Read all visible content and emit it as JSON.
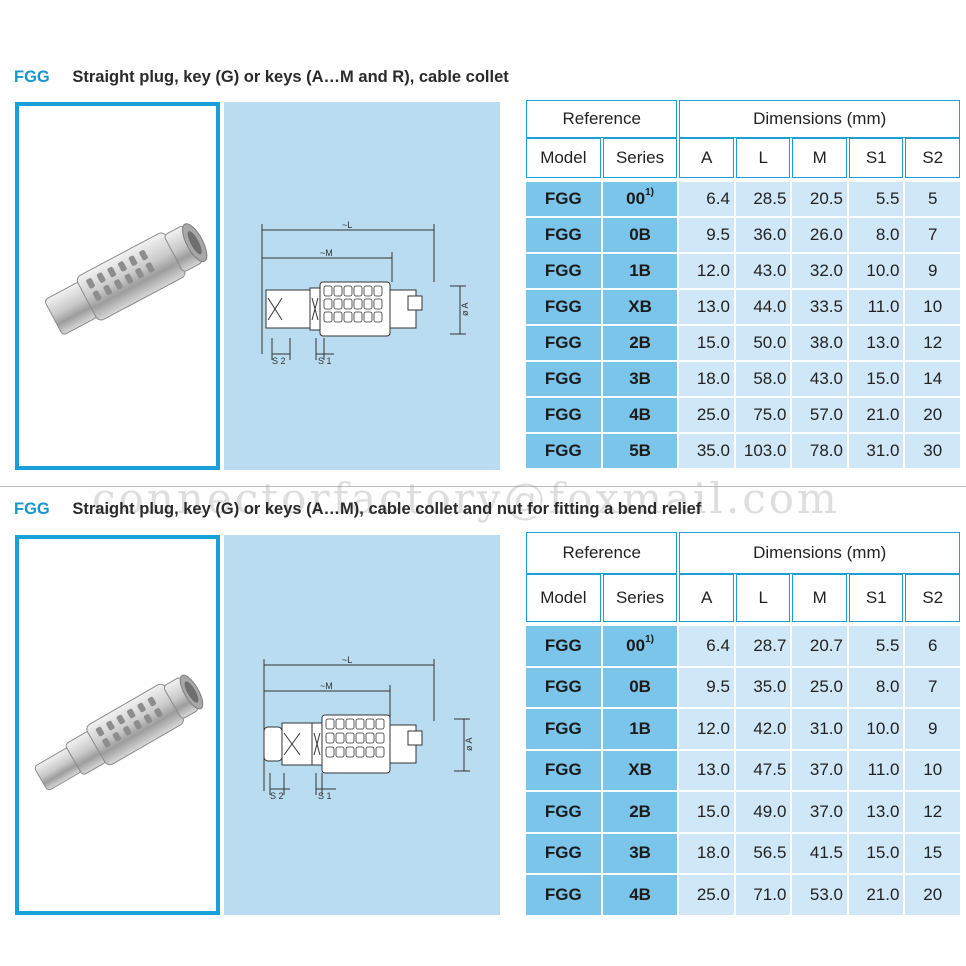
{
  "watermark": "connectorfactory@foxmail.com",
  "colors": {
    "accent": "#1aa0d8",
    "drawing_bg": "#b9dcf0",
    "cell_dark": "#7bc4ea",
    "cell_light": "#cfe7f6"
  },
  "sections": [
    {
      "code": "FGG",
      "title": "Straight plug, key (G) or keys (A…M and R), cable collet",
      "table": {
        "reference_label": "Reference",
        "dimensions_label": "Dimensions (mm)",
        "columns": [
          "Model",
          "Series",
          "A",
          "L",
          "M",
          "S1",
          "S2"
        ],
        "rows": [
          {
            "model": "FGG",
            "series": "00",
            "sup": "1)",
            "A": "6.4",
            "L": "28.5",
            "M": "20.5",
            "S1": "5.5",
            "S2": "5"
          },
          {
            "model": "FGG",
            "series": "0B",
            "sup": "",
            "A": "9.5",
            "L": "36.0",
            "M": "26.0",
            "S1": "8.0",
            "S2": "7"
          },
          {
            "model": "FGG",
            "series": "1B",
            "sup": "",
            "A": "12.0",
            "L": "43.0",
            "M": "32.0",
            "S1": "10.0",
            "S2": "9"
          },
          {
            "model": "FGG",
            "series": "XB",
            "sup": "",
            "A": "13.0",
            "L": "44.0",
            "M": "33.5",
            "S1": "11.0",
            "S2": "10"
          },
          {
            "model": "FGG",
            "series": "2B",
            "sup": "",
            "A": "15.0",
            "L": "50.0",
            "M": "38.0",
            "S1": "13.0",
            "S2": "12"
          },
          {
            "model": "FGG",
            "series": "3B",
            "sup": "",
            "A": "18.0",
            "L": "58.0",
            "M": "43.0",
            "S1": "15.0",
            "S2": "14"
          },
          {
            "model": "FGG",
            "series": "4B",
            "sup": "",
            "A": "25.0",
            "L": "75.0",
            "M": "57.0",
            "S1": "21.0",
            "S2": "20"
          },
          {
            "model": "FGG",
            "series": "5B",
            "sup": "",
            "A": "35.0",
            "L": "103.0",
            "M": "78.0",
            "S1": "31.0",
            "S2": "30"
          }
        ]
      },
      "drawing_labels": {
        "L": "~L",
        "M": "~M",
        "A": "ø A",
        "S1": "S 1",
        "S2": "S 2"
      }
    },
    {
      "code": "FGG",
      "title": "Straight plug, key (G) or keys (A…M), cable collet and nut for fitting a bend relief",
      "table": {
        "reference_label": "Reference",
        "dimensions_label": "Dimensions (mm)",
        "columns": [
          "Model",
          "Series",
          "A",
          "L",
          "M",
          "S1",
          "S2"
        ],
        "rows": [
          {
            "model": "FGG",
            "series": "00",
            "sup": "1)",
            "A": "6.4",
            "L": "28.7",
            "M": "20.7",
            "S1": "5.5",
            "S2": "6"
          },
          {
            "model": "FGG",
            "series": "0B",
            "sup": "",
            "A": "9.5",
            "L": "35.0",
            "M": "25.0",
            "S1": "8.0",
            "S2": "7"
          },
          {
            "model": "FGG",
            "series": "1B",
            "sup": "",
            "A": "12.0",
            "L": "42.0",
            "M": "31.0",
            "S1": "10.0",
            "S2": "9"
          },
          {
            "model": "FGG",
            "series": "XB",
            "sup": "",
            "A": "13.0",
            "L": "47.5",
            "M": "37.0",
            "S1": "11.0",
            "S2": "10"
          },
          {
            "model": "FGG",
            "series": "2B",
            "sup": "",
            "A": "15.0",
            "L": "49.0",
            "M": "37.0",
            "S1": "13.0",
            "S2": "12"
          },
          {
            "model": "FGG",
            "series": "3B",
            "sup": "",
            "A": "18.0",
            "L": "56.5",
            "M": "41.5",
            "S1": "15.0",
            "S2": "15"
          },
          {
            "model": "FGG",
            "series": "4B",
            "sup": "",
            "A": "25.0",
            "L": "71.0",
            "M": "53.0",
            "S1": "21.0",
            "S2": "20"
          }
        ]
      },
      "drawing_labels": {
        "L": "~L",
        "M": "~M",
        "A": "ø A",
        "S1": "S 1",
        "S2": "S 2"
      }
    }
  ]
}
